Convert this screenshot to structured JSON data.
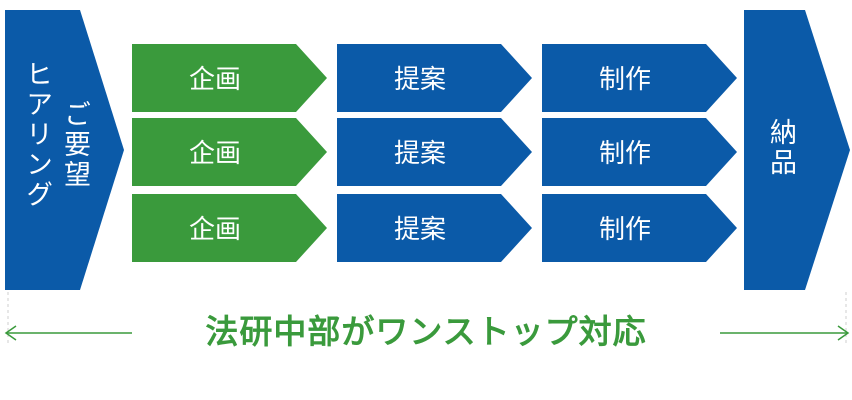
{
  "colors": {
    "blue": "#0b5aa8",
    "green": "#3a9a3c",
    "guide": "#cfcfcf",
    "text_on_shape": "#ffffff"
  },
  "start_block": {
    "lines": [
      "ご要望",
      "ヒアリング"
    ]
  },
  "end_block": {
    "lines": [
      "納品"
    ]
  },
  "stages": {
    "rows": [
      [
        "企画",
        "提案",
        "制作"
      ],
      [
        "企画",
        "提案",
        "制作"
      ],
      [
        "企画",
        "提案",
        "制作"
      ]
    ]
  },
  "footer": {
    "caption": "法研中部がワンストップ対応"
  }
}
